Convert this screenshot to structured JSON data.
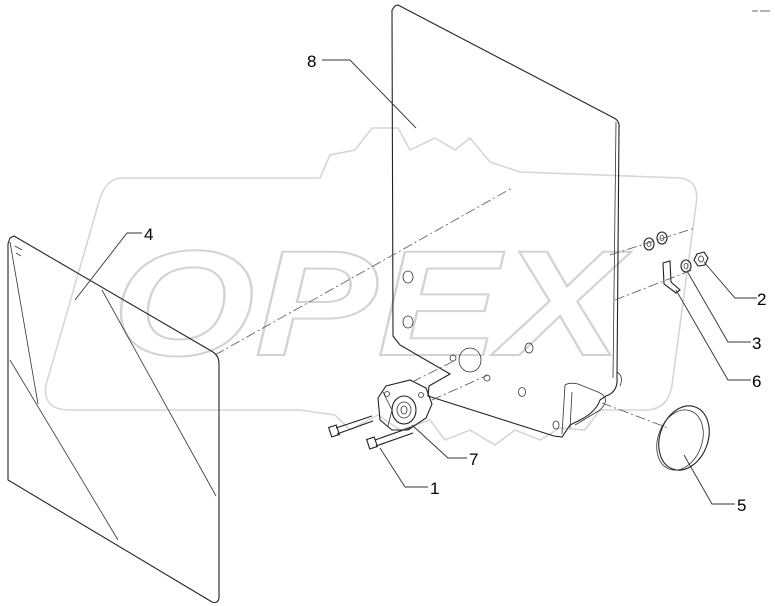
{
  "watermark": {
    "text": "OPEX",
    "color": "#d9d9d9"
  },
  "corner_mark": "",
  "callouts": [
    {
      "id": "1",
      "label": "1"
    },
    {
      "id": "2",
      "label": "2"
    },
    {
      "id": "3",
      "label": "3"
    },
    {
      "id": "4",
      "label": "4"
    },
    {
      "id": "5",
      "label": "5"
    },
    {
      "id": "6",
      "label": "6"
    },
    {
      "id": "7",
      "label": "7"
    },
    {
      "id": "8",
      "label": "8"
    }
  ],
  "colors": {
    "line": "#222222",
    "background": "#ffffff"
  }
}
